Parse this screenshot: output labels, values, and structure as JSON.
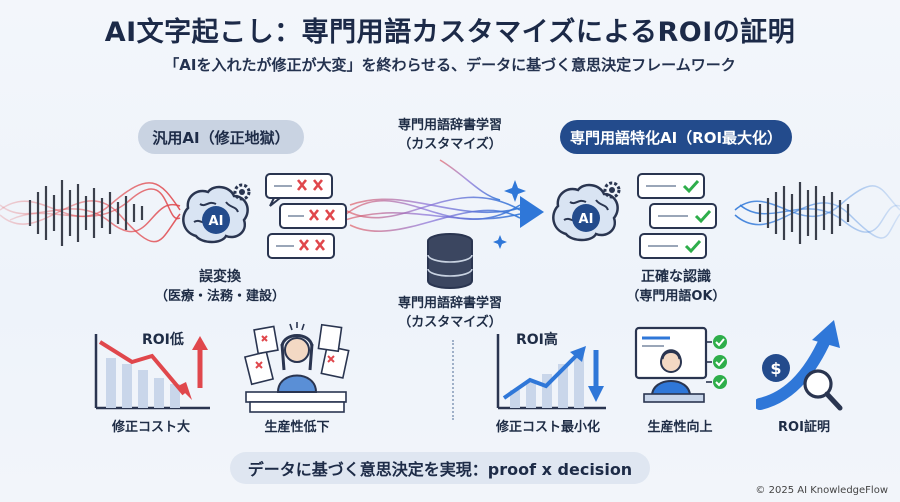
{
  "header": {
    "title": "AI文字起こし：専門用語カスタマイズによるROIの証明",
    "subtitle": "「AIを入れたが修正が大変」を終わらせる、データに基づく意思決定フレームワーク"
  },
  "left": {
    "pill": "汎用AI（修正地獄）",
    "brain_text": "AI",
    "result_line1": "誤変換",
    "result_line2": "（医療・法務・建設）"
  },
  "center": {
    "top_line1": "専門用語辞書学習",
    "top_line2": "（カスタマイズ）",
    "bottom_line1": "専門用語辞書学習",
    "bottom_line2": "（カスタマイズ）"
  },
  "right": {
    "pill": "専門用語特化AI（ROI最大化）",
    "brain_text": "AI",
    "result_line1": "正確な認識",
    "result_line2": "（専門用語OK）"
  },
  "bottom": {
    "roi_low_label": "ROI低",
    "cost_up_caption": "修正コスト大",
    "productivity_down_caption": "生産性低下",
    "roi_high_label": "ROI高",
    "cost_min_caption": "修正コスト最小化",
    "productivity_up_caption": "生産性向上",
    "roi_proof_caption": "ROI証明",
    "banner": "データに基づく意思決定を実現：proof x decision"
  },
  "footer": {
    "copyright": "© 2025 AI KnowledgeFlow"
  },
  "colors": {
    "navy": "#234b8c",
    "red": "#e0474c",
    "blue": "#2f77d8",
    "green": "#2eae4a",
    "pill_gray": "#c9d3e2"
  }
}
